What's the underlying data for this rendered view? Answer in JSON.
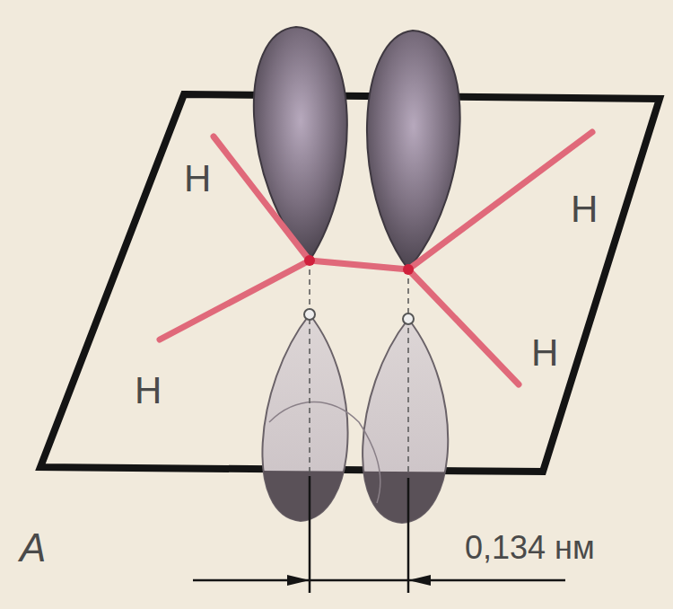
{
  "diagram": {
    "labels": [
      "H",
      "H",
      "H",
      "H",
      "A",
      "0,134 нм"
    ]
  }
}
